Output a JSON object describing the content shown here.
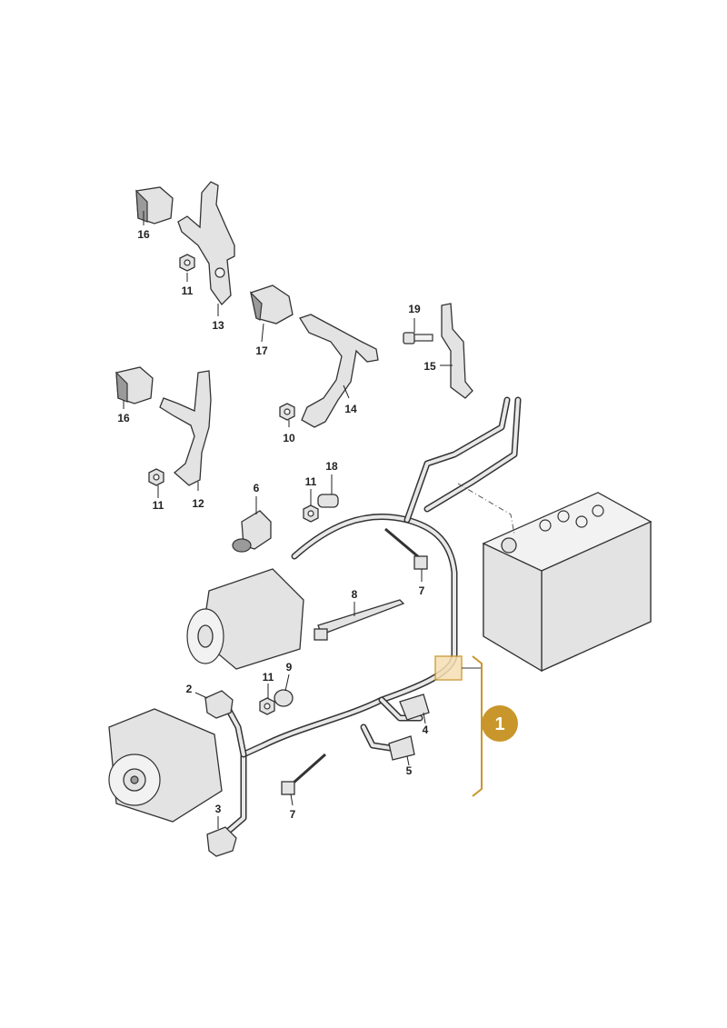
{
  "labels": {
    "l1": "1",
    "l2": "2",
    "l3": "3",
    "l4": "4",
    "l5": "5",
    "l6": "6",
    "l7a": "7",
    "l7b": "7",
    "l8": "8",
    "l9": "9",
    "l10": "10",
    "l11a": "11",
    "l11b": "11",
    "l11c": "11",
    "l11d": "11",
    "l12": "12",
    "l13": "13",
    "l14": "14",
    "l15": "15",
    "l16a": "16",
    "l16b": "16",
    "l17": "17",
    "l18": "18",
    "l19": "19"
  },
  "colors": {
    "accent": "#c9962c",
    "highlight": "#f6dfb2",
    "line": "#333333"
  }
}
